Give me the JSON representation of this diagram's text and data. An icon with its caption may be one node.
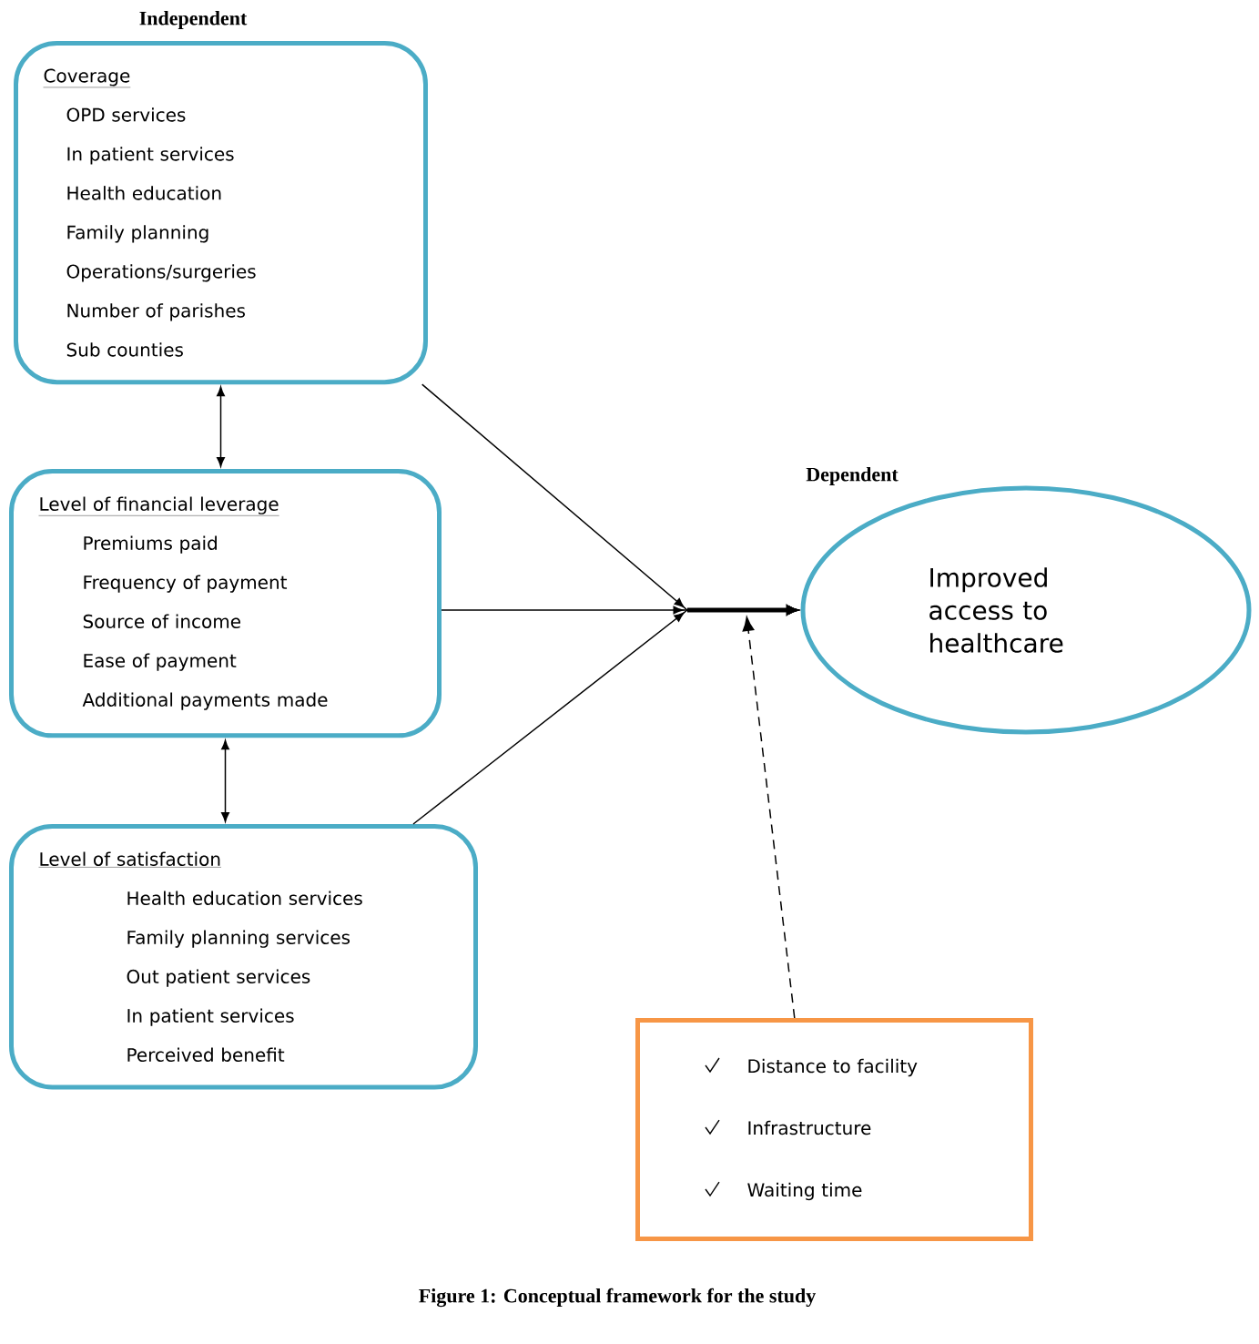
{
  "diagram": {
    "caption": "Figure 1: Conceptual framework for the study",
    "nodes": [
      {
        "text": [
          "Coverage",
          "OPD services",
          "In patient services",
          "Health education",
          "Family planning",
          "Operations/surgeries",
          "Number of parishes",
          "Sub counties"
        ]
      },
      {
        "text": [
          "Level of financial leverage",
          "Premiums paid",
          "Frequency of payment",
          "Source of income",
          "Ease of payment",
          "Additional payments made"
        ]
      },
      {
        "text": [
          "Level of satisfaction",
          "Health education services",
          "Family planning services",
          "Out patient services",
          "In patient services",
          "Perceived benefit"
        ]
      },
      {
        "text": [
          "Improved access to healthcare"
        ],
        "beside": [
          "Dependent"
        ]
      },
      {
        "text": [
          "Distance to facility",
          "Infrastructure",
          "Waiting time"
        ]
      }
    ],
    "edges": [
      {
        "from": 0,
        "to": 3,
        "arrow": "to"
      },
      {
        "from": 1,
        "to": 3,
        "arrow": "to"
      },
      {
        "from": 2,
        "to": 3,
        "arrow": "to"
      },
      {
        "from": 0,
        "to": 1,
        "arrow": "both"
      },
      {
        "from": 1,
        "to": 2,
        "arrow": "both"
      },
      {
        "from": 4,
        "to": null,
        "arrow": "to",
        "style": "dashed"
      }
    ],
    "labels": [
      "Independent"
    ]
  }
}
